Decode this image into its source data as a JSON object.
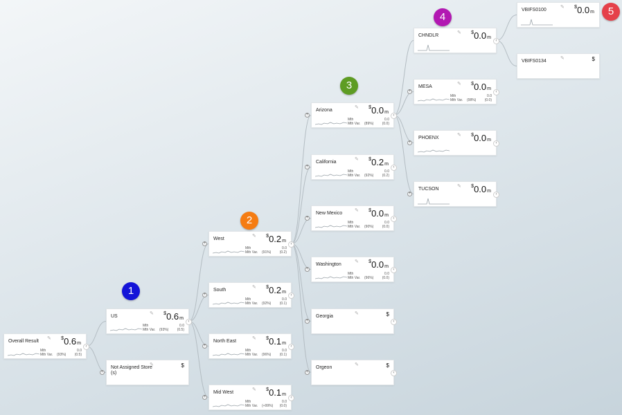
{
  "common": {
    "currency": "$",
    "unit": "m",
    "mth_label": "Mth",
    "mth_var_label": "Mth Var.",
    "expand_glyph": "+",
    "collapse_glyph": "‹",
    "pencil_glyph": "✎"
  },
  "badges": [
    {
      "label": "1",
      "color": "#1414d8"
    },
    {
      "label": "2",
      "color": "#f57c12"
    },
    {
      "label": "3",
      "color": "#5e9c23"
    },
    {
      "label": "4",
      "color": "#b218b2"
    },
    {
      "label": "5",
      "color": "#e5404a"
    }
  ],
  "nodes": {
    "overall": {
      "name": "Overall Result",
      "amount": "0.6",
      "mth": "0.0",
      "var_pct": "(93%)",
      "var_val": "(0.5)"
    },
    "us": {
      "name": "US",
      "amount": "0.6",
      "mth": "0.0",
      "var_pct": "(93%)",
      "var_val": "(0.5)"
    },
    "not_assigned": {
      "name": "Not Assigned Store (s)"
    },
    "west": {
      "name": "West",
      "amount": "0.2",
      "mth": "0.0",
      "var_pct": "(91%)",
      "var_val": "(0.2)"
    },
    "south": {
      "name": "South",
      "amount": "0.2",
      "mth": "0.0",
      "var_pct": "(92%)",
      "var_val": "(0.1)"
    },
    "north_east": {
      "name": "North East",
      "amount": "0.1",
      "mth": "0.0",
      "var_pct": "(96%)",
      "var_val": "(0.1)"
    },
    "mid_west": {
      "name": "Mid West",
      "amount": "0.1",
      "mth": "0.0",
      "var_pct": "(+99%)",
      "var_val": "(0.0)"
    },
    "arizona": {
      "name": "Arizona",
      "amount": "0.0",
      "mth": "0.0",
      "var_pct": "(89%)",
      "var_val": "(0.0)"
    },
    "california": {
      "name": "California",
      "amount": "0.2",
      "mth": "0.0",
      "var_pct": "(92%)",
      "var_val": "(0.2)"
    },
    "new_mexico": {
      "name": "New Mexico",
      "amount": "0.0",
      "mth": "0.0",
      "var_pct": "(90%)",
      "var_val": "(0.0)"
    },
    "washington": {
      "name": "Washington",
      "amount": "0.0",
      "mth": "0.0",
      "var_pct": "(96%)",
      "var_val": "(0.0)"
    },
    "georgia": {
      "name": "Georgia"
    },
    "orgeon": {
      "name": "Orgeon"
    },
    "chndlr": {
      "name": "CHNDLR",
      "amount": "0.0"
    },
    "mesa": {
      "name": "MESA",
      "amount": "0.0",
      "mth": "0.0",
      "var_pct": "(98%)",
      "var_val": "(0.0)"
    },
    "phoenx": {
      "name": "PHOENX",
      "amount": "0.0"
    },
    "tucson": {
      "name": "TUCSON",
      "amount": "0.0"
    },
    "vbifs0100": {
      "name": "VBIFS0100",
      "amount": "0.0"
    },
    "vbifs0134": {
      "name": "VBIFS0134"
    }
  }
}
